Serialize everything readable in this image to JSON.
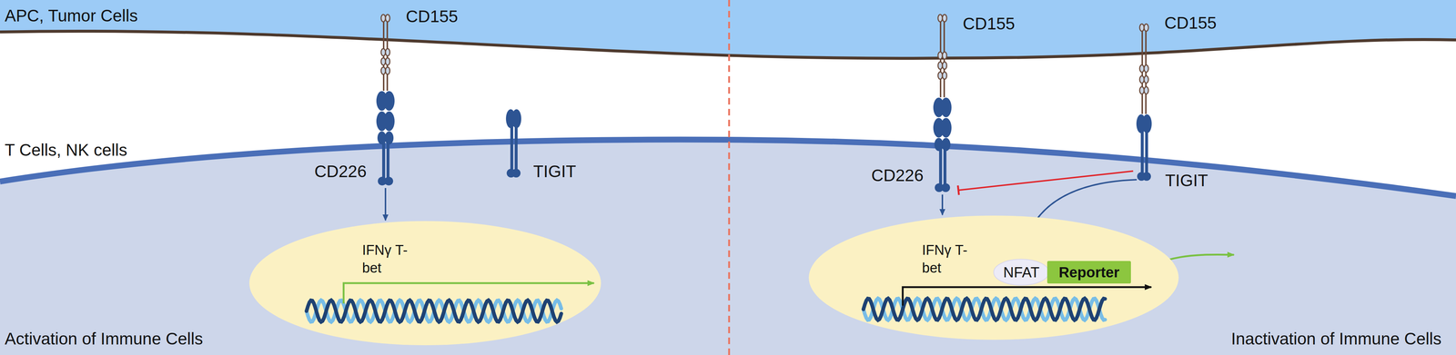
{
  "diagram": {
    "nodes": [
      {
        "text": [
          "CD155"
        ]
      },
      {
        "text": [
          "CD226"
        ]
      },
      {
        "text": [
          "TIGIT"
        ]
      },
      {
        "text": [
          "IFNγ T-bet"
        ]
      },
      {
        "text": [
          "CD155"
        ]
      },
      {
        "text": [
          "CD226"
        ]
      },
      {
        "text": [
          "CD155"
        ]
      },
      {
        "text": [
          "TIGIT"
        ]
      },
      {
        "text": [
          "IFNγ T-bet"
        ]
      },
      {
        "text": [
          "NFAT"
        ],
        "in": 8
      },
      {
        "text": [
          "Reporter"
        ],
        "in": 8
      }
    ],
    "edges": [
      {
        "from": 1,
        "to": 3,
        "arrow": "to"
      },
      {
        "from": 5,
        "to": 8,
        "arrow": "to"
      },
      {
        "from": 7,
        "to": 5,
        "arrow": "to"
      },
      {
        "from": 7,
        "to": 9,
        "arrow": "to"
      }
    ],
    "labels": [
      "APC, Tumor Cells",
      "T Cells, NK cells",
      "Activation of Immune Cells",
      "Inactivation of Immune Cells"
    ]
  }
}
